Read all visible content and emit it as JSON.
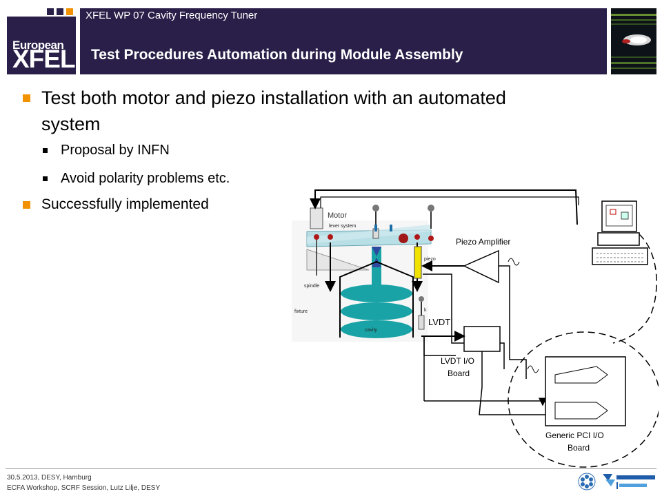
{
  "header": {
    "logo_top": "European",
    "logo_bottom": "XFEL",
    "wp_title": "XFEL WP 07 Cavity Frequency Tuner",
    "slide_title": "Test Procedures Automation during Module Assembly",
    "accent_color": "#f39200",
    "bar_color": "#2a1f48"
  },
  "content": {
    "bullet1_line1": "Test both motor and piezo installation with an automated",
    "bullet1_line2": "system",
    "sub1": "Proposal by INFN",
    "sub2": "Avoid polarity problems etc.",
    "bullet2": "Successfully implemented"
  },
  "diagram": {
    "motor": "Motor",
    "lever_system": "lever system",
    "spindle": "spindle",
    "fixture": "fixture",
    "piezo": "piezo",
    "cavity": "cavity",
    "k": "k",
    "lvdt": "LVDT",
    "piezo_amplifier": "Piezo Amplifier",
    "lvdt_board_line1": "LVDT I/O",
    "lvdt_board_line2": "Board",
    "pci_board_line1": "Generic PCI I/O",
    "pci_board_line2": "Board"
  },
  "footer": {
    "line1": "30.5.2013, DESY, Hamburg",
    "line2": "ECFA Workshop, SCRF Session, Lutz Lilje, DESY"
  }
}
